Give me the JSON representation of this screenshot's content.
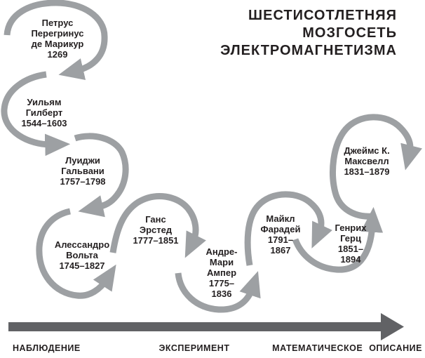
{
  "title": {
    "lines": [
      "ШЕСТИСОТЛЕТНЯЯ",
      "МОЗГОСЕТЬ",
      "ЭЛЕКТРОМАГНЕТИЗМА"
    ]
  },
  "nodes": [
    {
      "id": "petrus",
      "lines": [
        "Петрус",
        "Перегринус",
        "де Марикур",
        "1269"
      ]
    },
    {
      "id": "gilbert",
      "lines": [
        "Уильям",
        "Гилберт",
        "1544–1603"
      ]
    },
    {
      "id": "galvani",
      "lines": [
        "Луиджи",
        "Гальвани",
        "1757–1798"
      ]
    },
    {
      "id": "volta",
      "lines": [
        "Алессандро",
        "Вольта",
        "1745–1827"
      ]
    },
    {
      "id": "oersted",
      "lines": [
        "Ганс",
        "Эрстед",
        "1777–1851"
      ]
    },
    {
      "id": "ampere",
      "lines": [
        "Андре-",
        "Мари",
        "Ампер",
        "1775–",
        "1836"
      ]
    },
    {
      "id": "faraday",
      "lines": [
        "Майкл",
        "Фарадей",
        "1791–",
        "1867"
      ]
    },
    {
      "id": "hertz",
      "lines": [
        "Генрих",
        "Герц",
        "1851–",
        "1894"
      ]
    },
    {
      "id": "maxwell",
      "lines": [
        "Джеймс К.",
        "Максвелл",
        "1831–1879"
      ]
    }
  ],
  "sequence": [
    "Петрус Перегринус де Марикур",
    "Уильям Гилберт",
    "Луиджи Гальвани",
    "Алессандро Вольта",
    "Ганс Эрстед",
    "Андре-Мари Ампер",
    "Майкл Фарадей",
    "Генрих Герц",
    "Джеймс К. Максвелл"
  ],
  "axis": {
    "labels": [
      "НАБЛЮДЕНИЕ",
      "ЭКСПЕРИМЕНТ",
      "МАТЕМАТИЧЕСКОЕ ОПИСАНИЕ"
    ]
  },
  "colors": {
    "arrow": "#9da0a3",
    "axis": "#616265",
    "text": "#231f20",
    "background": "#ffffff"
  }
}
